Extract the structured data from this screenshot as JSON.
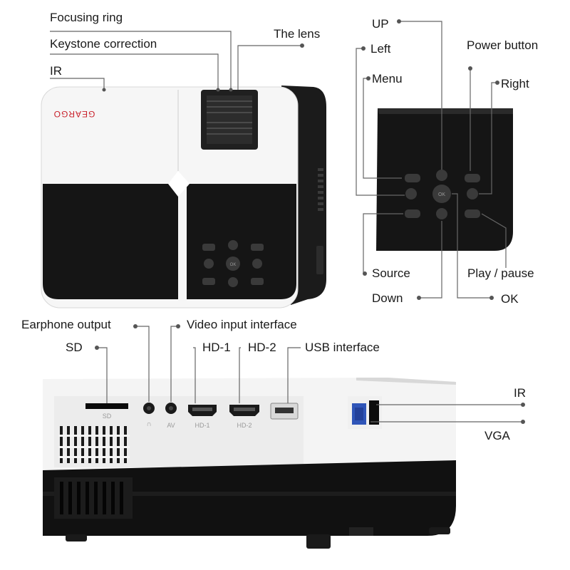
{
  "brand": "GEARGO",
  "top_projector": {
    "callouts": {
      "focusing_ring": "Focusing ring",
      "keystone": "Keystone correction",
      "ir": "IR",
      "lens": "The lens"
    },
    "keypad_marks": {
      "ok": "OK"
    }
  },
  "control_panel": {
    "callouts": {
      "up": "UP",
      "left": "Left",
      "menu": "Menu",
      "power": "Power button",
      "right": "Right",
      "source": "Source",
      "play_pause": "Play / pause",
      "down": "Down",
      "ok": "OK"
    },
    "keypad_marks": {
      "ok": "OK"
    }
  },
  "rear_panel": {
    "callouts": {
      "earphone": "Earphone output",
      "video_input": "Video input interface",
      "sd": "SD",
      "hd1": "HD-1",
      "hd2": "HD-2",
      "usb": "USB interface",
      "ir": "IR",
      "vga": "VGA"
    },
    "port_marks": {
      "sd": "SD",
      "earphone": "∩",
      "av": "AV",
      "hd1": "HD-1",
      "hd2": "HD-2"
    }
  },
  "colors": {
    "body_white": "#f7f7f7",
    "panel_black": "#141414",
    "callout_line": "#666666",
    "vga_blue": "#2f55b8",
    "brand_red": "#c8202a"
  }
}
